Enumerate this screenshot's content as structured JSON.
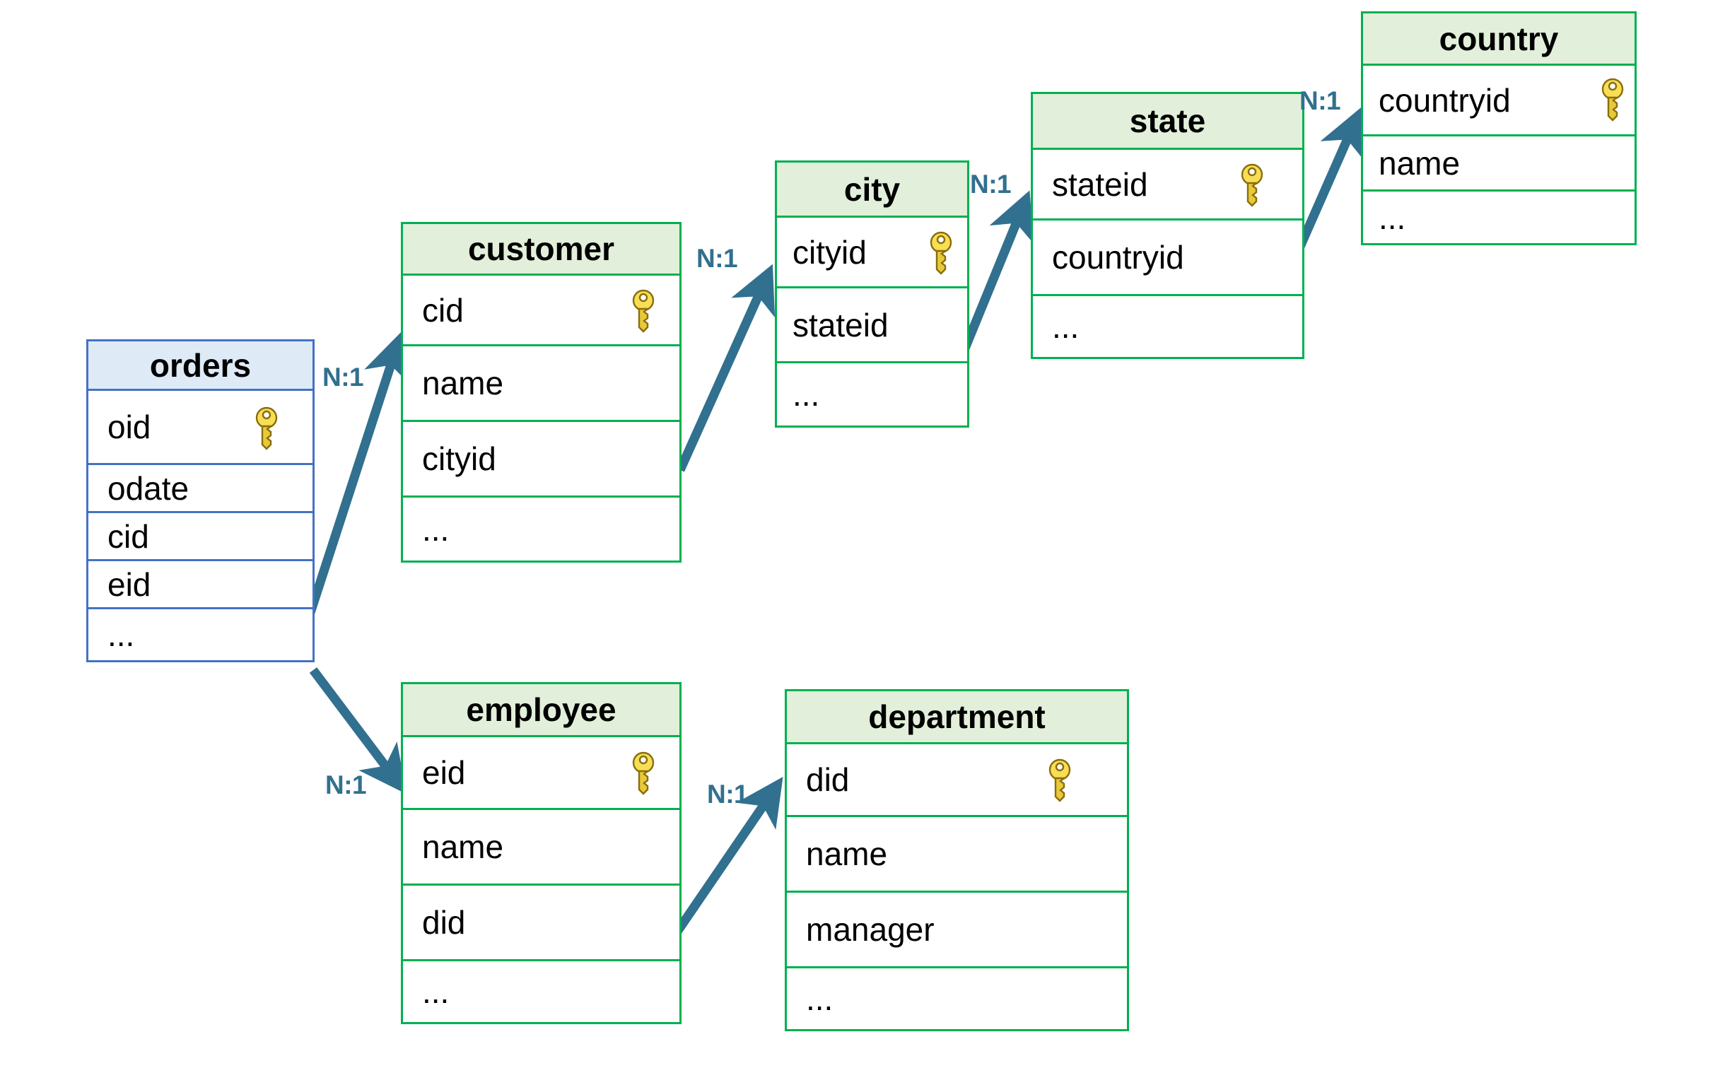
{
  "diagram": {
    "title": "relational schema entity diagram",
    "colors": {
      "green_border": "#00B050",
      "green_header_fill": "#E2EFDA",
      "blue_border": "#4472C4",
      "blue_header_fill": "#DEEAF6",
      "connector": "#31708F",
      "key_icon": "#F5D64C",
      "background": "#FFFFFF"
    },
    "tables": [
      {
        "id": "orders",
        "name": "orders",
        "style": "blue",
        "fields": [
          {
            "label": "oid",
            "key": true
          },
          {
            "label": "odate",
            "key": false
          },
          {
            "label": "cid",
            "key": false
          },
          {
            "label": "eid",
            "key": false
          },
          {
            "label": "...",
            "key": false
          }
        ]
      },
      {
        "id": "customer",
        "name": "customer",
        "style": "green",
        "fields": [
          {
            "label": "cid",
            "key": true
          },
          {
            "label": "name",
            "key": false
          },
          {
            "label": "cityid",
            "key": false
          },
          {
            "label": "...",
            "key": false
          }
        ]
      },
      {
        "id": "city",
        "name": "city",
        "style": "green",
        "fields": [
          {
            "label": "cityid",
            "key": true
          },
          {
            "label": "stateid",
            "key": false
          },
          {
            "label": "...",
            "key": false
          }
        ]
      },
      {
        "id": "state",
        "name": "state",
        "style": "green",
        "fields": [
          {
            "label": "stateid",
            "key": true
          },
          {
            "label": "countryid",
            "key": false
          },
          {
            "label": "...",
            "key": false
          }
        ]
      },
      {
        "id": "country",
        "name": "country",
        "style": "green",
        "fields": [
          {
            "label": "countryid",
            "key": true
          },
          {
            "label": "name",
            "key": false
          },
          {
            "label": "...",
            "key": false
          }
        ]
      },
      {
        "id": "employee",
        "name": "employee",
        "style": "green",
        "fields": [
          {
            "label": "eid",
            "key": true
          },
          {
            "label": "name",
            "key": false
          },
          {
            "label": "did",
            "key": false
          },
          {
            "label": "...",
            "key": false
          }
        ]
      },
      {
        "id": "department",
        "name": "department",
        "style": "green",
        "fields": [
          {
            "label": "did",
            "key": true
          },
          {
            "label": "name",
            "key": false
          },
          {
            "label": "manager",
            "key": false
          },
          {
            "label": "...",
            "key": false
          }
        ]
      }
    ],
    "relationships": [
      {
        "id": "orders-customer",
        "from": "orders.cid",
        "to": "customer.cid",
        "label": "N:1"
      },
      {
        "id": "orders-employee",
        "from": "orders.eid",
        "to": "employee.eid",
        "label": "N:1"
      },
      {
        "id": "customer-city",
        "from": "customer.cityid",
        "to": "city.cityid",
        "label": "N:1"
      },
      {
        "id": "city-state",
        "from": "city.stateid",
        "to": "state.stateid",
        "label": "N:1"
      },
      {
        "id": "state-country",
        "from": "state.countryid",
        "to": "country.countryid",
        "label": "N:1"
      },
      {
        "id": "employee-department",
        "from": "employee.did",
        "to": "department.did",
        "label": "N:1"
      }
    ]
  }
}
